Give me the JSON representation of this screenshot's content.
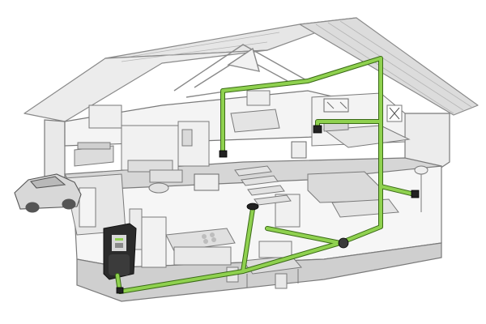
{
  "diagram": {
    "subject": "central-vacuum-system-cutaway-house",
    "colors": {
      "background": "#ffffff",
      "pipe": "#8fd14f",
      "pipe_outline": "#3a6a16",
      "roof": "#e4e4e4",
      "roof_edge": "#8a8a8a",
      "wall": "#efefef",
      "floor": "#d9d9d9",
      "line": "#7a7a7a",
      "unit_body": "#2b2b2b",
      "inlet": "#222222"
    },
    "elements": [
      "roof",
      "attic",
      "bedroom-upper-left",
      "bathroom",
      "bedroom-right",
      "living-room",
      "kitchen",
      "dining-area",
      "staircase",
      "garage",
      "car",
      "central-vacuum-unit",
      "vacuum-pipe-network",
      "wall-inlets"
    ],
    "inlet_count": 6
  }
}
